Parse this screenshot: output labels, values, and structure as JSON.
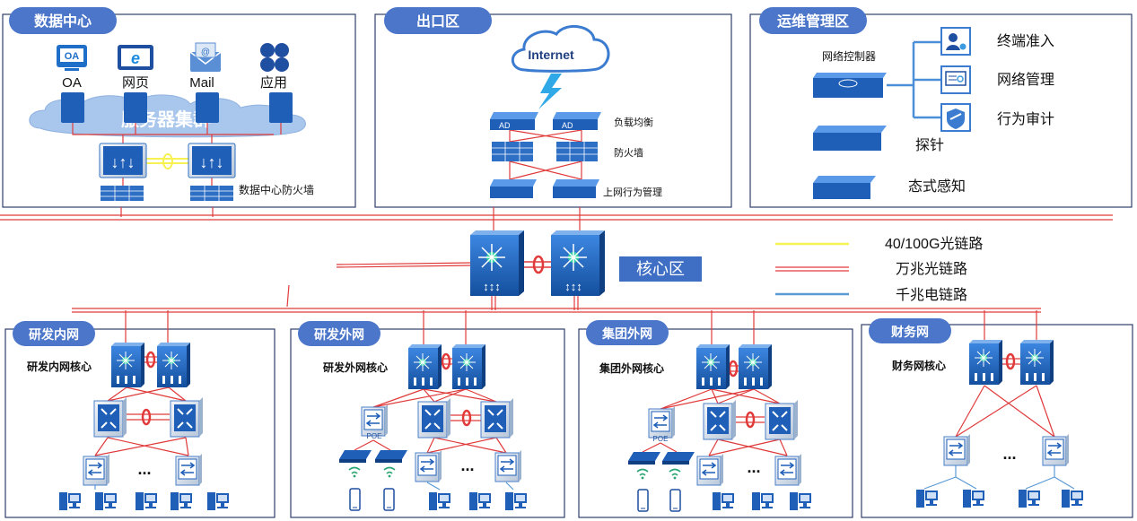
{
  "zones": {
    "datacenter": {
      "title": "数据中心",
      "apps": [
        "OA",
        "网页",
        "Mail",
        "应用"
      ],
      "cluster": "服务器集群",
      "firewall_label": "数据中心防火墙",
      "app_icons": [
        "oa-icon",
        "web-icon",
        "mail-icon",
        "app-icon"
      ]
    },
    "egress": {
      "title": "出口区",
      "cloud": "Internet",
      "ad_badge": "AD",
      "lb_label": "负载均衡",
      "fw_label": "防火墙",
      "behavior_label": "上网行为管理"
    },
    "ops": {
      "title": "运维管理区",
      "controller": "网络控制器",
      "items": [
        "终端准入",
        "网络管理",
        "行为审计"
      ],
      "probe": "探针",
      "situation": "态式感知"
    },
    "core": {
      "title": "核心区"
    },
    "legend": [
      {
        "label": "40/100G光链路",
        "color": "#f7f152"
      },
      {
        "label": "万兆光链路",
        "color": "#e03a3a"
      },
      {
        "label": "千兆电链路",
        "color": "#5b9bd5"
      }
    ],
    "rd_internal": {
      "title": "研发内网",
      "core_label": "研发内网核心",
      "ellipsis": "..."
    },
    "rd_external": {
      "title": "研发外网",
      "core_label": "研发外网核心",
      "poe_label": "POE",
      "ellipsis": "..."
    },
    "group_external": {
      "title": "集团外网",
      "core_label": "集团外网核心",
      "poe_label": "POE",
      "ellipsis": "..."
    },
    "finance": {
      "title": "财务网",
      "core_label": "财务网核心",
      "ellipsis": "..."
    }
  },
  "colors": {
    "accent": "#3f6fc4",
    "border": "#2f3f6a",
    "device": "#1e5fb8",
    "red": "#e03a3a"
  }
}
